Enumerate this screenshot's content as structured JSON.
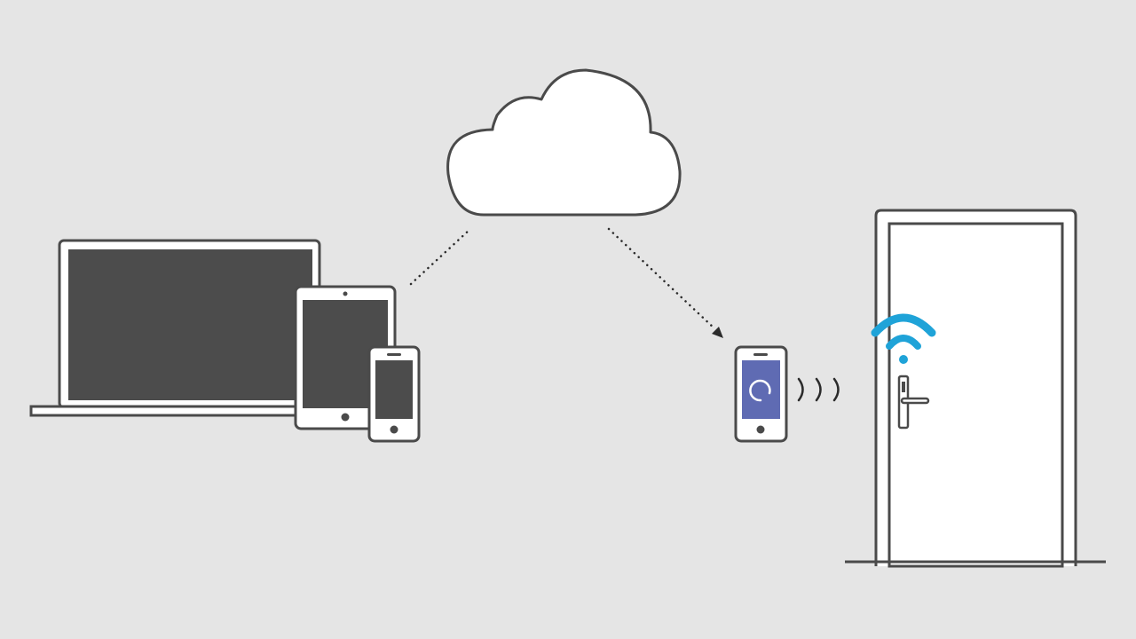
{
  "colors": {
    "background": "#e5e5e5",
    "outline": "#4a4a4a",
    "fill_white": "#ffffff",
    "screen_dark": "#4c4c4c",
    "phone_screen_accent": "#5f6bb3",
    "wifi_accent": "#1fa3d8"
  },
  "diagram": {
    "nodes": [
      {
        "id": "cloud",
        "icon": "cloud-icon"
      },
      {
        "id": "laptop",
        "icon": "laptop-icon"
      },
      {
        "id": "tablet",
        "icon": "tablet-icon"
      },
      {
        "id": "phone-left",
        "icon": "smartphone-icon"
      },
      {
        "id": "phone-app",
        "icon": "smartphone-app-icon"
      },
      {
        "id": "door",
        "icon": "door-icon"
      },
      {
        "id": "door-lock",
        "icon": "electronic-lock-icon"
      },
      {
        "id": "wifi",
        "icon": "wifi-icon"
      }
    ],
    "connections": [
      {
        "from": "devices",
        "to": "cloud",
        "style": "dotted",
        "arrow": false
      },
      {
        "from": "cloud",
        "to": "phone-app",
        "style": "dotted",
        "arrow": true
      },
      {
        "from": "phone-app",
        "to": "door-lock",
        "style": "wireless-waves",
        "arrow": false
      }
    ]
  }
}
